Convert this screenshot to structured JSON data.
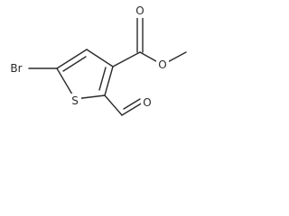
{
  "atoms": {
    "bromine": "Br",
    "sulfur": "S",
    "carbonyl_oxygen": "O",
    "ester_oxygen": "O",
    "aldehyde_oxygen": "O"
  }
}
